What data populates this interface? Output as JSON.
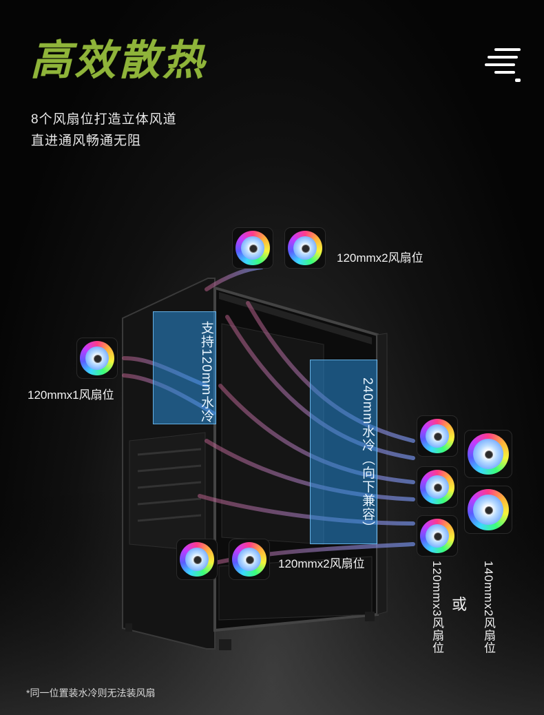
{
  "header": {
    "title": "高效散热",
    "subtitle_lines": [
      "8个风扇位打造立体风道",
      "直进通风畅通无阻"
    ]
  },
  "labels": {
    "top": "120mmx2风扇位",
    "rear": "120mmx1风扇位",
    "bottom": "120mmx2风扇位",
    "front_a": "120mmx3风扇位",
    "front_or": "或",
    "front_b": "140mmx2风扇位"
  },
  "radiators": {
    "top": "支持120mm水冷",
    "front": "240mm水冷（向下兼容）"
  },
  "footnote": "*同一位置装水冷则无法装风扇",
  "colors": {
    "title_green": "#8fb43a",
    "radiator_blue": "#288cd7",
    "airflow": "#7b8fe0"
  },
  "icons": [
    "menu-icon",
    "fan-icon"
  ]
}
